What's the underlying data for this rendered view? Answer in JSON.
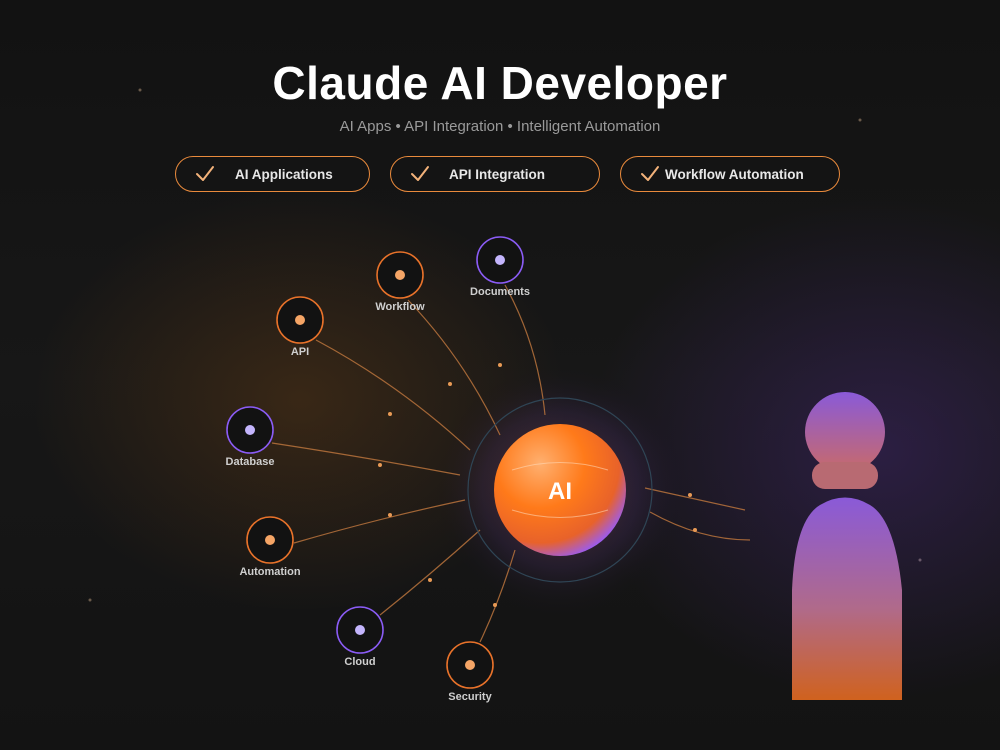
{
  "header": {
    "title": "Claude AI Developer",
    "subtitle": "AI Apps • API Integration • Intelligent Automation"
  },
  "pills": [
    {
      "label": "AI Applications",
      "icon": "check-icon"
    },
    {
      "label": "API Integration",
      "icon": "check-icon"
    },
    {
      "label": "Workflow Automation",
      "icon": "check-icon"
    }
  ],
  "hub": {
    "label": "AI"
  },
  "nodes": {
    "api": "API",
    "workflow": "Workflow",
    "documents": "Documents",
    "database": "Database",
    "automation": "Automation",
    "cloud": "Cloud",
    "security": "Security"
  },
  "colors": {
    "accent_orange": "#e98a3c",
    "accent_purple": "#8b5cf6",
    "background": "#141414"
  }
}
